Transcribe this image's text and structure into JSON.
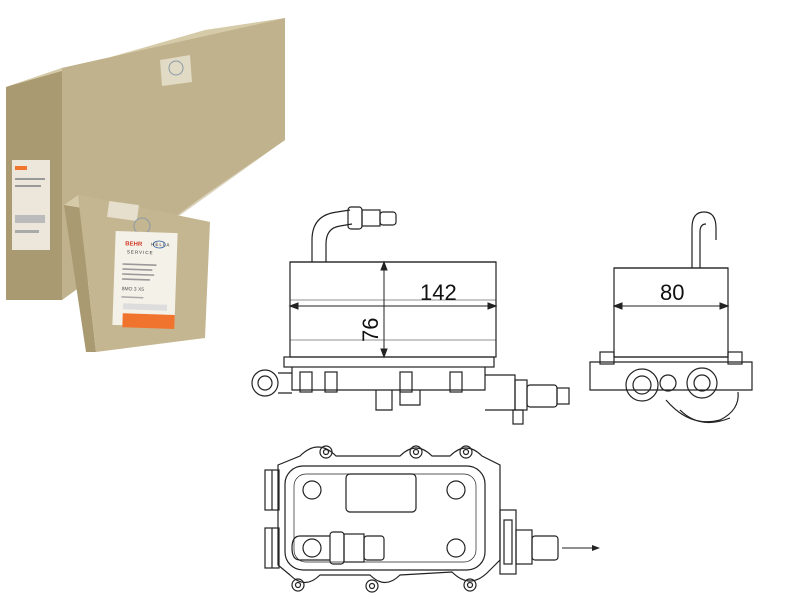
{
  "product_box": {
    "brand": "BEHR",
    "brand_secondary": "HELLA",
    "service_label": "SERVICE",
    "part_number": "8MO 3 X5"
  },
  "dimensions": {
    "length": "142",
    "height": "76",
    "width": "80"
  },
  "colors": {
    "box_side": "#a99a72",
    "box_front": "#c4b690",
    "box_top": "#d6cba9",
    "label_orange": "#f0742e",
    "line": "#222222"
  }
}
